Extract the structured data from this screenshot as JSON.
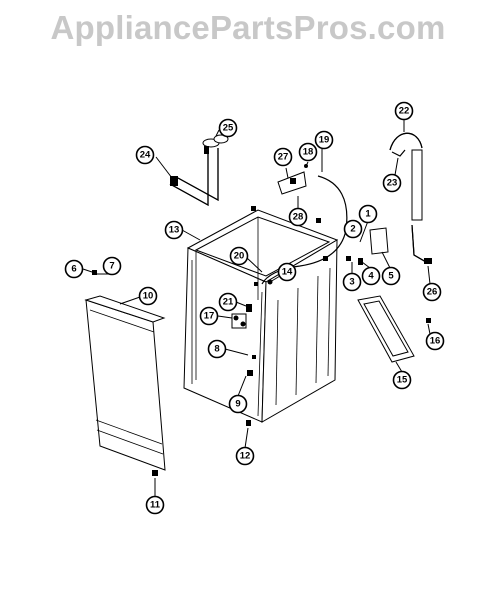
{
  "watermark": {
    "text": "AppliancePartsPros.com"
  },
  "callouts": [
    {
      "id": "1",
      "label": "1"
    },
    {
      "id": "2",
      "label": "2"
    },
    {
      "id": "3",
      "label": "3"
    },
    {
      "id": "4",
      "label": "4"
    },
    {
      "id": "5",
      "label": "5"
    },
    {
      "id": "6",
      "label": "6"
    },
    {
      "id": "7",
      "label": "7"
    },
    {
      "id": "8",
      "label": "8"
    },
    {
      "id": "9",
      "label": "9"
    },
    {
      "id": "10",
      "label": "10"
    },
    {
      "id": "11",
      "label": "11"
    },
    {
      "id": "12",
      "label": "12"
    },
    {
      "id": "13",
      "label": "13"
    },
    {
      "id": "14",
      "label": "14"
    },
    {
      "id": "15",
      "label": "15"
    },
    {
      "id": "16",
      "label": "16"
    },
    {
      "id": "17",
      "label": "17"
    },
    {
      "id": "18",
      "label": "18"
    },
    {
      "id": "19",
      "label": "19"
    },
    {
      "id": "20",
      "label": "20"
    },
    {
      "id": "21",
      "label": "21"
    },
    {
      "id": "22",
      "label": "22"
    },
    {
      "id": "23",
      "label": "23"
    },
    {
      "id": "24",
      "label": "24"
    },
    {
      "id": "25",
      "label": "25"
    },
    {
      "id": "26",
      "label": "26"
    },
    {
      "id": "27",
      "label": "27"
    },
    {
      "id": "28",
      "label": "28"
    }
  ]
}
